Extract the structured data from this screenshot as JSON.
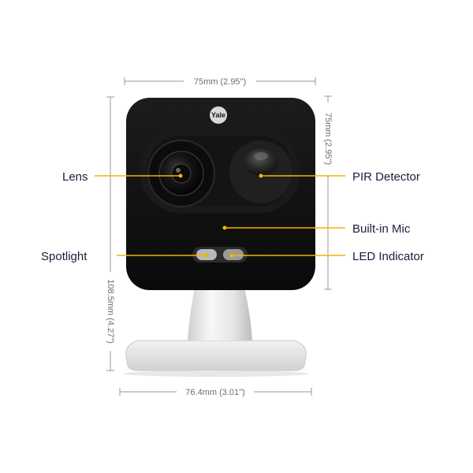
{
  "product": {
    "brand": "Yale"
  },
  "dimensions": {
    "top_width": "75mm (2.95\")",
    "right_height": "75mm (2.95\")",
    "left_height": "108.5mm (4.27\")",
    "bottom_width": "76.4mm (3.01\")"
  },
  "callouts": {
    "lens": "Lens",
    "spotlight": "Spotlight",
    "pir_detector": "PIR Detector",
    "built_in_mic": "Built-in Mic",
    "led_indicator": "LED Indicator"
  },
  "colors": {
    "callout_line": "#f5b400",
    "dimension_line": "#9a9a9a",
    "label_text": "#1e1b3a",
    "camera_body": "#0f0f0f",
    "stand": "#eeeeee"
  }
}
